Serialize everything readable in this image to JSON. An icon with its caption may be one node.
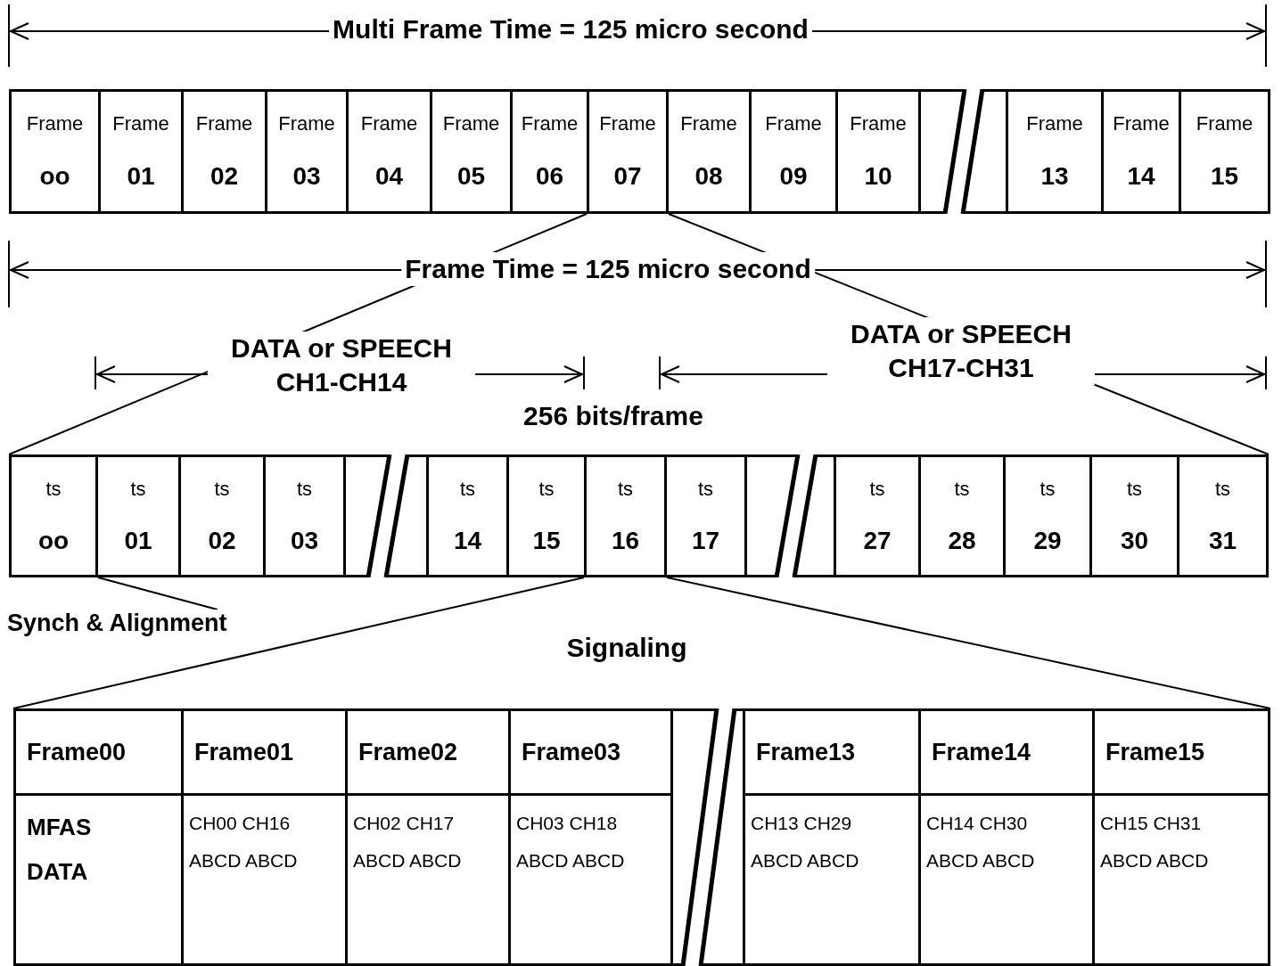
{
  "diagram": {
    "nodes": [
      {
        "text": [
          "Frame",
          "oo"
        ]
      },
      {
        "text": [
          "Frame",
          "01"
        ]
      },
      {
        "text": [
          "Frame",
          "02"
        ]
      },
      {
        "text": [
          "Frame",
          "03"
        ]
      },
      {
        "text": [
          "Frame",
          "04"
        ]
      },
      {
        "text": [
          "Frame",
          "05"
        ]
      },
      {
        "text": [
          "Frame",
          "06"
        ]
      },
      {
        "text": [
          "Frame",
          "07"
        ]
      },
      {
        "text": [
          "Frame",
          "08"
        ]
      },
      {
        "text": [
          "Frame",
          "09"
        ]
      },
      {
        "text": [
          "Frame",
          "10"
        ]
      },
      {
        "text": [],
        "shape": "box"
      },
      {
        "text": [
          "Frame",
          "13"
        ]
      },
      {
        "text": [
          "Frame",
          "14"
        ]
      },
      {
        "text": [
          "Frame",
          "15"
        ]
      },
      {
        "text": [
          "ts",
          "oo"
        ]
      },
      {
        "text": [
          "ts",
          "01"
        ]
      },
      {
        "text": [
          "ts",
          "02"
        ]
      },
      {
        "text": [
          "ts",
          "03"
        ]
      },
      {
        "text": [],
        "shape": "box"
      },
      {
        "text": [
          "ts",
          "14"
        ]
      },
      {
        "text": [
          "ts",
          "15"
        ]
      },
      {
        "text": [
          "ts",
          "16"
        ]
      },
      {
        "text": [
          "ts",
          "17"
        ]
      },
      {
        "text": [],
        "shape": "box"
      },
      {
        "text": [
          "ts",
          "27"
        ]
      },
      {
        "text": [
          "ts",
          "28"
        ]
      },
      {
        "text": [
          "ts",
          "29"
        ]
      },
      {
        "text": [
          "ts",
          "30"
        ]
      },
      {
        "text": [
          "ts",
          "31"
        ]
      },
      {
        "text": [
          "Synch & Alignment"
        ]
      },
      {
        "text": [
          "Frame00"
        ]
      },
      {
        "text": [
          "Frame01"
        ]
      },
      {
        "text": [
          "Frame02"
        ]
      },
      {
        "text": [
          "Frame03"
        ]
      },
      {
        "text": [],
        "shape": "box"
      },
      {
        "text": [
          "Frame13"
        ]
      },
      {
        "text": [
          "Frame14"
        ]
      },
      {
        "text": [
          "Frame15"
        ]
      },
      {
        "text": [
          "MFAS DATA"
        ]
      },
      {
        "text": [
          "CH00 CH16 ABCD ABCD"
        ]
      },
      {
        "text": [
          "CH02 CH17 ABCD ABCD"
        ]
      },
      {
        "text": [
          "CH03 CH18 ABCD ABCD"
        ]
      },
      {
        "text": [
          "CH13 CH29 ABCD ABCD"
        ]
      },
      {
        "text": [
          "CH14 CH30 ABCD ABCD"
        ]
      },
      {
        "text": [
          "CH15 CH31 ABCD ABCD"
        ]
      }
    ],
    "edges": [
      {
        "from": 7,
        "to": 15,
        "arrow": "none"
      },
      {
        "from": 7,
        "to": 29,
        "arrow": "none"
      },
      {
        "from": 30,
        "to": 15,
        "arrow": "none"
      },
      {
        "from": 22,
        "to": 31,
        "arrow": "none"
      },
      {
        "from": 22,
        "to": 38,
        "arrow": "none"
      }
    ],
    "labels": [
      "Multi Frame Time = 125 micro second",
      "Frame Time = 125 micro second",
      "DATA or SPEECH CH1-CH14",
      "DATA or SPEECH CH17-CH31",
      "256 bits/frame",
      "Signaling"
    ]
  }
}
